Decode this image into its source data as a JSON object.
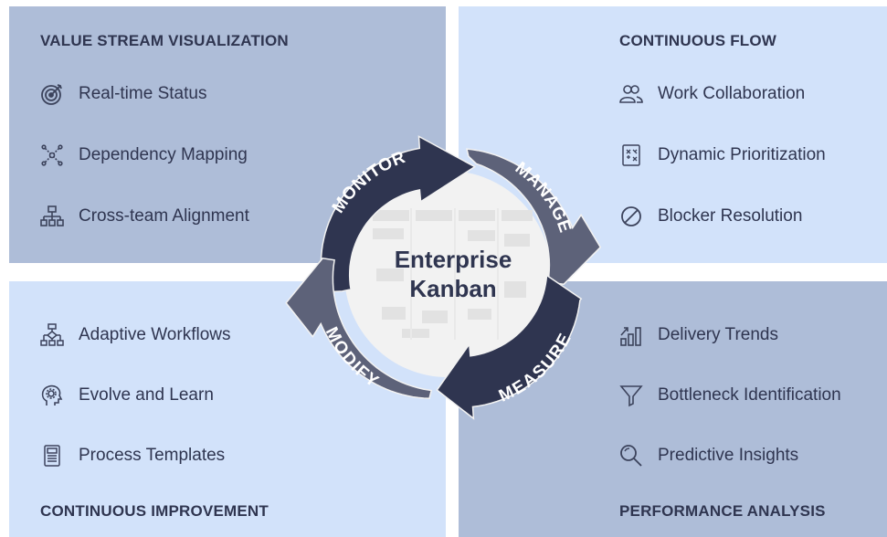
{
  "center_title_line1": "Enterprise",
  "center_title_line2": "Kanban",
  "arrows": {
    "monitor": "MONITOR",
    "manage": "MANAGE",
    "measure": "MEASURE",
    "modify": "MODIFY"
  },
  "quadrants": {
    "value_stream": {
      "title": "VALUE STREAM VISUALIZATION",
      "items": [
        {
          "label": "Real-time Status",
          "icon": "target-icon"
        },
        {
          "label": "Dependency Mapping",
          "icon": "network-icon"
        },
        {
          "label": "Cross-team Alignment",
          "icon": "org-chart-icon"
        }
      ]
    },
    "continuous_flow": {
      "title": "CONTINUOUS FLOW",
      "items": [
        {
          "label": "Work Collaboration",
          "icon": "people-icon"
        },
        {
          "label": "Dynamic Prioritization",
          "icon": "formula-icon"
        },
        {
          "label": "Blocker Resolution",
          "icon": "blocked-icon"
        }
      ]
    },
    "continuous_improvement": {
      "title": "CONTINUOUS IMPROVEMENT",
      "items": [
        {
          "label": "Adaptive Workflows",
          "icon": "workflow-icon"
        },
        {
          "label": "Evolve and Learn",
          "icon": "head-gear-icon"
        },
        {
          "label": "Process Templates",
          "icon": "document-icon"
        }
      ]
    },
    "performance_analysis": {
      "title": "PERFORMANCE ANALYSIS",
      "items": [
        {
          "label": "Delivery Trends",
          "icon": "trend-chart-icon"
        },
        {
          "label": "Bottleneck Identification",
          "icon": "funnel-icon"
        },
        {
          "label": "Predictive Insights",
          "icon": "magnifier-icon"
        }
      ]
    }
  },
  "colors": {
    "quad_dark": "#aebdd8",
    "quad_light": "#d2e2fa",
    "arrow_dark": "#2f3550",
    "arrow_mid": "#5d6279",
    "text": "#2f3550",
    "center_fill": "#f2f2f2"
  }
}
